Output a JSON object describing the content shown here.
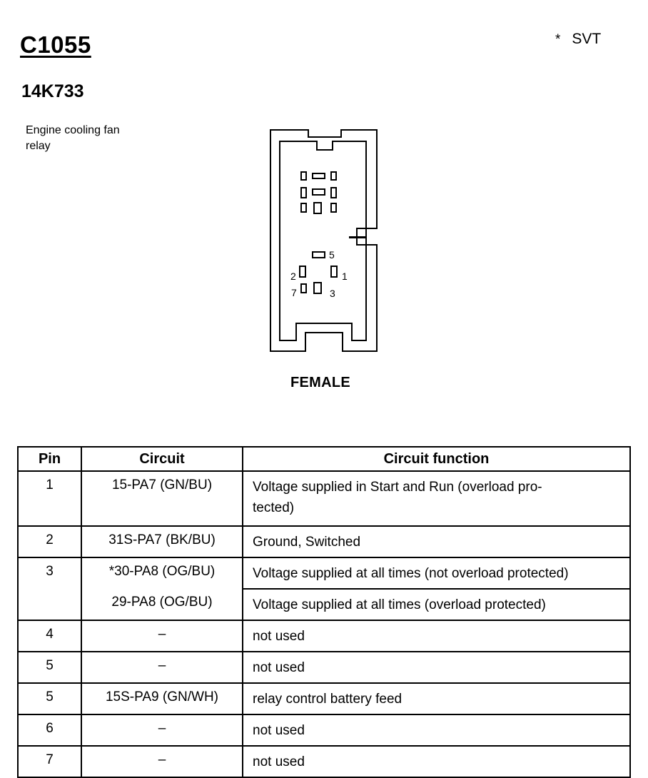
{
  "header": {
    "connector": "C1055",
    "part_number": "14K733",
    "description": "Engine cooling fan relay",
    "note_marker": "*",
    "note_text": "SVT"
  },
  "diagram": {
    "gender": "FEMALE",
    "pin_labels": [
      "5",
      "2",
      "1",
      "7",
      "3"
    ]
  },
  "table": {
    "headers": [
      "Pin",
      "Circuit",
      "Circuit function"
    ],
    "rows": [
      {
        "pin": "1",
        "circuit": "15-PA7 (GN/BU)",
        "function": "Voltage supplied in Start and Run (overload pro-\ntected)"
      },
      {
        "pin": "2",
        "circuit": "31S-PA7 (BK/BU)",
        "function": "Ground, Switched"
      },
      {
        "pin": "3",
        "circuit": "*30-PA8 (OG/BU)",
        "function": "Voltage supplied at all times (not overload protected)"
      },
      {
        "pin": "",
        "circuit": "29-PA8 (OG/BU)",
        "function": "Voltage supplied at all times (overload protected)"
      },
      {
        "pin": "4",
        "circuit": "–",
        "function": "not used"
      },
      {
        "pin": "5",
        "circuit": "–",
        "function": "not used"
      },
      {
        "pin": "5",
        "circuit": "15S-PA9 (GN/WH)",
        "function": "relay control battery feed"
      },
      {
        "pin": "6",
        "circuit": "–",
        "function": "not used"
      },
      {
        "pin": "7",
        "circuit": "–",
        "function": "not used"
      }
    ]
  }
}
